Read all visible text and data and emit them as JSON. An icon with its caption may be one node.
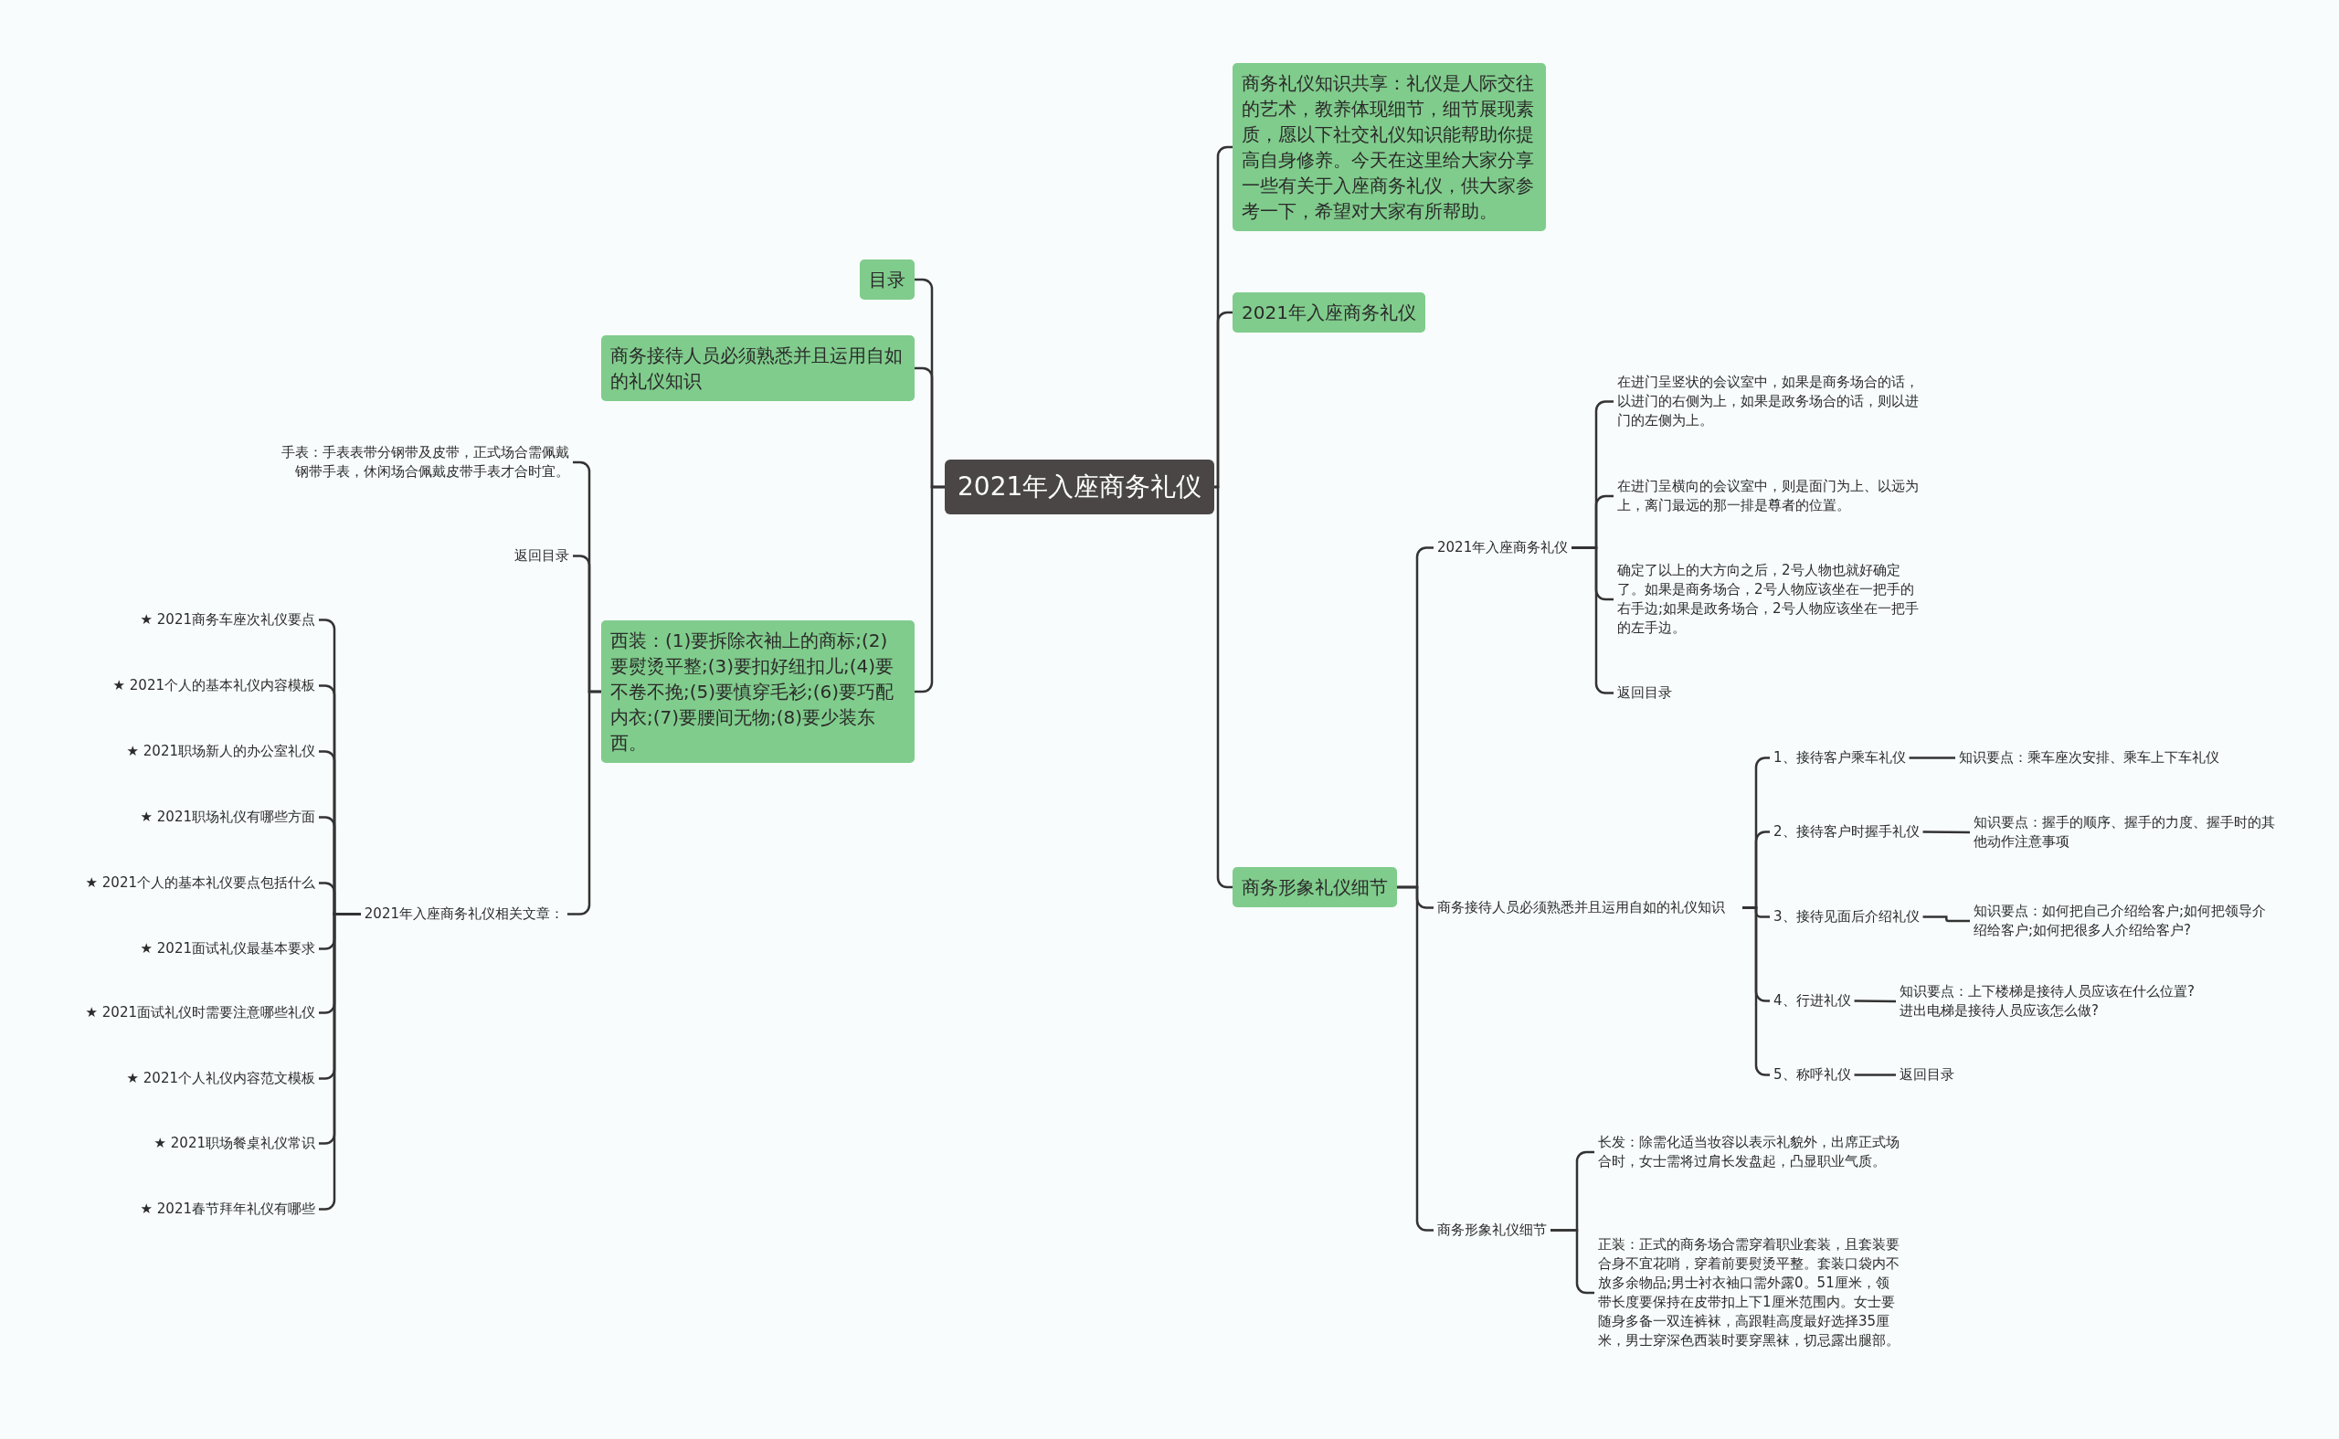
{
  "diagram": {
    "nodes": [
      {
        "text": [
          "2021年入座商务礼仪"
        ]
      },
      {
        "text": [
          "目录"
        ]
      },
      {
        "text": [
          "商务接待人员必须熟悉并且运用自如的礼仪知识"
        ]
      },
      {
        "text": [
          "西装：(1)要拆除衣袖上的商标;(2)要熨烫平整;(3)要扣好纽扣儿;(4)要不卷不挽;(5)要慎穿毛衫;(6)要巧配内衣;(7)要腰间无物;(8)要少装东西。"
        ]
      },
      {
        "text": [
          "手表：手表表带分钢带及皮带，正式场合需佩戴钢带手表，休闲场合佩戴皮带手表才合时宜。"
        ]
      },
      {
        "text": [
          "返回目录"
        ]
      },
      {
        "text": [
          "2021年入座商务礼仪相关文章："
        ]
      },
      {
        "text": [
          "★ 2021商务车座次礼仪要点"
        ]
      },
      {
        "text": [
          "★ 2021个人的基本礼仪内容模板"
        ]
      },
      {
        "text": [
          "★ 2021职场新人的办公室礼仪"
        ]
      },
      {
        "text": [
          "★ 2021职场礼仪有哪些方面"
        ]
      },
      {
        "text": [
          "★ 2021个人的基本礼仪要点包括什么"
        ]
      },
      {
        "text": [
          "★ 2021面试礼仪最基本要求"
        ]
      },
      {
        "text": [
          "★ 2021面试礼仪时需要注意哪些礼仪"
        ]
      },
      {
        "text": [
          "★ 2021个人礼仪内容范文模板"
        ]
      },
      {
        "text": [
          "★ 2021职场餐桌礼仪常识"
        ]
      },
      {
        "text": [
          "★ 2021春节拜年礼仪有哪些"
        ]
      },
      {
        "text": [
          "商务礼仪知识共享：礼仪是人际交往的艺术，教养体现细节，细节展现素质，愿以下社交礼仪知识能帮助你提高自身修养。今天在这里给大家分享一些有关于入座商务礼仪，供大家参考一下，希望对大家有所帮助。"
        ]
      },
      {
        "text": [
          "2021年入座商务礼仪"
        ]
      },
      {
        "text": [
          "商务形象礼仪细节"
        ]
      },
      {
        "text": [
          "2021年入座商务礼仪"
        ]
      },
      {
        "text": [
          "在进门呈竖状的会议室中，如果是商务场合的话，以进门的右侧为上，如果是政务场合的话，则以进门的左侧为上。"
        ]
      },
      {
        "text": [
          "在进门呈横向的会议室中，则是面门为上、以远为上，离门最远的那一排是尊者的位置。"
        ]
      },
      {
        "text": [
          "确定了以上的大方向之后，2号人物也就好确定了。如果是商务场合，2号人物应该坐在一把手的右手边;如果是政务场合，2号人物应该坐在一把手的左手边。"
        ]
      },
      {
        "text": [
          "返回目录"
        ]
      },
      {
        "text": [
          "商务接待人员必须熟悉并且运用自如的礼仪知识"
        ]
      },
      {
        "text": [
          "1、接待客户乘车礼仪"
        ]
      },
      {
        "text": [
          "知识要点：乘车座次安排、乘车上下车礼仪"
        ]
      },
      {
        "text": [
          "2、接待客户时握手礼仪"
        ]
      },
      {
        "text": [
          "知识要点：握手的顺序、握手的力度、握手时的其他动作注意事项"
        ]
      },
      {
        "text": [
          "3、接待见面后介绍礼仪"
        ]
      },
      {
        "text": [
          "知识要点：如何把自己介绍给客户;如何把领导介绍给客户;如何把很多人介绍给客户?"
        ]
      },
      {
        "text": [
          "4、行进礼仪"
        ]
      },
      {
        "text": [
          "知识要点：上下楼梯是接待人员应该在什么位置?进出电梯是接待人员应该怎么做?"
        ]
      },
      {
        "text": [
          "5、称呼礼仪"
        ]
      },
      {
        "text": [
          "返回目录"
        ]
      },
      {
        "text": [
          "商务形象礼仪细节"
        ]
      },
      {
        "text": [
          "长发：除需化适当妆容以表示礼貌外，出席正式场合时，女士需将过肩长发盘起，凸显职业气质。"
        ]
      },
      {
        "text": [
          "正装：正式的商务场合需穿着职业套装，且套装要合身不宜花哨，穿着前要熨烫平整。套装口袋内不放多余物品;男士衬衣袖口需外露0。51厘米，领带长度要保持在皮带扣上下1厘米范围内。女士要随身多备一双连裤袜，高跟鞋高度最好选择35厘米，男士穿深色西装时要穿黑袜，切忌露出腿部。"
        ]
      }
    ],
    "edges": [
      {
        "from": 0,
        "to": 1,
        "arrow": "none"
      },
      {
        "from": 0,
        "to": 2,
        "arrow": "none"
      },
      {
        "from": 0,
        "to": 3,
        "arrow": "none"
      },
      {
        "from": 3,
        "to": 4,
        "arrow": "none"
      },
      {
        "from": 3,
        "to": 5,
        "arrow": "none"
      },
      {
        "from": 3,
        "to": 6,
        "arrow": "none"
      },
      {
        "from": 6,
        "to": 7,
        "arrow": "none"
      },
      {
        "from": 6,
        "to": 8,
        "arrow": "none"
      },
      {
        "from": 6,
        "to": 9,
        "arrow": "none"
      },
      {
        "from": 6,
        "to": 10,
        "arrow": "none"
      },
      {
        "from": 6,
        "to": 11,
        "arrow": "none"
      },
      {
        "from": 6,
        "to": 12,
        "arrow": "none"
      },
      {
        "from": 6,
        "to": 13,
        "arrow": "none"
      },
      {
        "from": 6,
        "to": 14,
        "arrow": "none"
      },
      {
        "from": 6,
        "to": 15,
        "arrow": "none"
      },
      {
        "from": 6,
        "to": 16,
        "arrow": "none"
      },
      {
        "from": 0,
        "to": 17,
        "arrow": "none"
      },
      {
        "from": 0,
        "to": 18,
        "arrow": "none"
      },
      {
        "from": 0,
        "to": 19,
        "arrow": "none"
      },
      {
        "from": 19,
        "to": 20,
        "arrow": "none"
      },
      {
        "from": 20,
        "to": 21,
        "arrow": "none"
      },
      {
        "from": 20,
        "to": 22,
        "arrow": "none"
      },
      {
        "from": 20,
        "to": 23,
        "arrow": "none"
      },
      {
        "from": 20,
        "to": 24,
        "arrow": "none"
      },
      {
        "from": 19,
        "to": 25,
        "arrow": "none"
      },
      {
        "from": 25,
        "to": 26,
        "arrow": "none"
      },
      {
        "from": 26,
        "to": 27,
        "arrow": "none"
      },
      {
        "from": 25,
        "to": 28,
        "arrow": "none"
      },
      {
        "from": 28,
        "to": 29,
        "arrow": "none"
      },
      {
        "from": 25,
        "to": 30,
        "arrow": "none"
      },
      {
        "from": 30,
        "to": 31,
        "arrow": "none"
      },
      {
        "from": 25,
        "to": 32,
        "arrow": "none"
      },
      {
        "from": 32,
        "to": 33,
        "arrow": "none"
      },
      {
        "from": 25,
        "to": 34,
        "arrow": "none"
      },
      {
        "from": 34,
        "to": 35,
        "arrow": "none"
      },
      {
        "from": 19,
        "to": 36,
        "arrow": "none"
      },
      {
        "from": 36,
        "to": 37,
        "arrow": "none"
      },
      {
        "from": 36,
        "to": 38,
        "arrow": "none"
      }
    ]
  }
}
